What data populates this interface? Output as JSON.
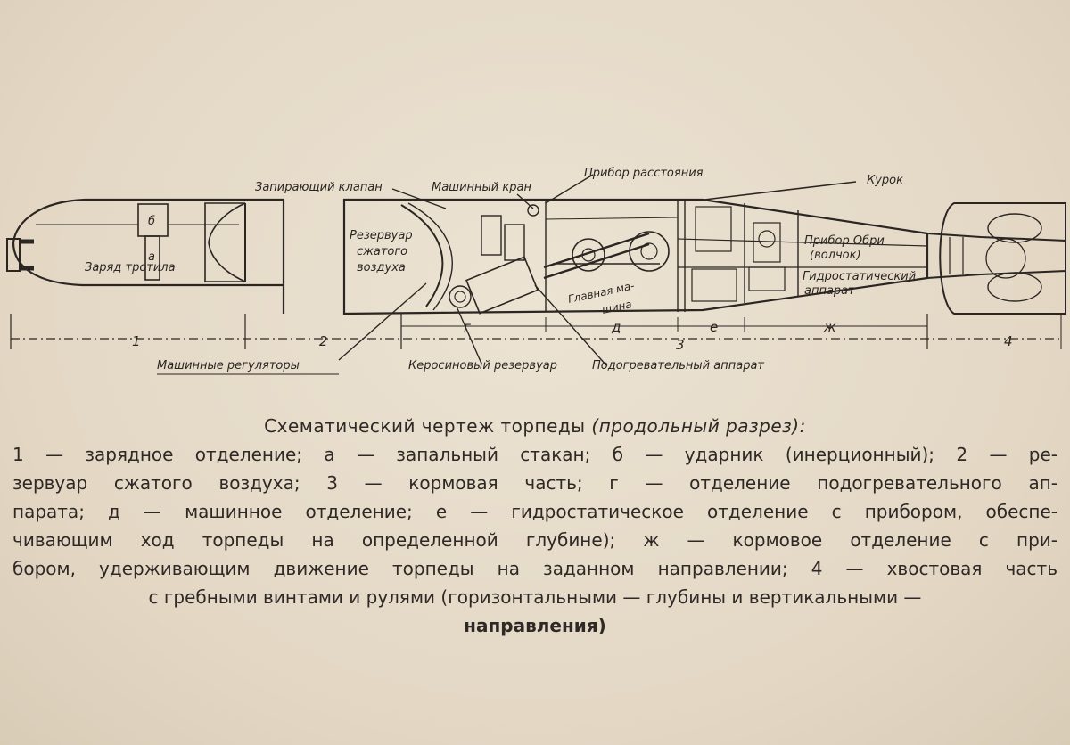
{
  "diagram": {
    "labels": {
      "charge": "Заряд тротила",
      "letter_b": "б",
      "letter_a": "а",
      "reservoir": [
        "Резервуар",
        "сжатого",
        "воздуха"
      ],
      "shutoff_valve": "Запирающий клапан",
      "machine_valve": "Машинный кран",
      "distance_device": "Прибор расстояния",
      "trigger": "Курок",
      "obri_device": [
        "Прибор Обри",
        "(волчок)"
      ],
      "hydrostatic": [
        "Гидростатический",
        "аппарат"
      ],
      "main_engine": [
        "Главная ма-",
        "шина"
      ],
      "machine_regulators": "Машинные регуляторы",
      "kerosene_tank": "Керосиновый резервуар",
      "heater": "Подогревательный аппарат"
    },
    "dimensions": {
      "s1": "1",
      "s2": "2",
      "s3": "3",
      "s4": "4",
      "g": "г",
      "d": "д",
      "e": "е",
      "zh": "ж"
    }
  },
  "caption": {
    "title_plain": "Схематический чертеж торпеды",
    "title_italic": "(продольный разрез):",
    "lines": [
      "1 — зарядное отделение; а — запальный стакан;    б — ударник (инерционный); 2 — ре-",
      "зервуар сжатого  воздуха; 3 — кормовая часть; г — отделение подогревательного ап-",
      "парата; д — машинное отделение; е — гидростатическое отделение с прибором, обеспе-",
      "чивающим ход торпеды на определенной глубине);    ж — кормовое отделение с при-",
      "бором, удерживающим движение торпеды на заданном направлении; 4 — хвостовая часть",
      "с гребными винтами и рулями (горизонтальными — глубины и вертикальными —",
      "направления)"
    ]
  }
}
